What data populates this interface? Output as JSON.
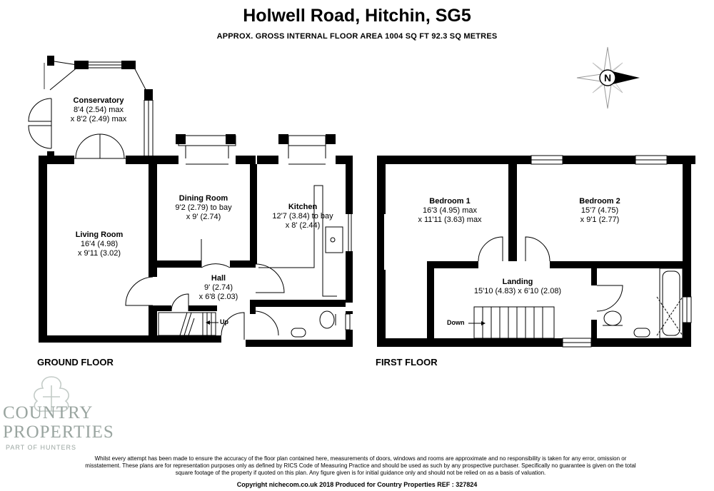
{
  "header": {
    "title": "Holwell Road, Hitchin, SG5",
    "subtitle": "APPROX. GROSS INTERNAL FLOOR AREA 1004 SQ FT 92.3 SQ METRES"
  },
  "compass": {
    "icon": "compass-icon",
    "letter": "N"
  },
  "ground_floor": {
    "label": "GROUND FLOOR",
    "rooms": {
      "conservatory": {
        "name": "Conservatory",
        "dim1": "8'4 (2.54) max",
        "dim2": "x 8'2 (2.49) max"
      },
      "dining": {
        "name": "Dining Room",
        "dim1": "9'2 (2.79) to bay",
        "dim2": "x 9' (2.74)"
      },
      "kitchen": {
        "name": "Kitchen",
        "dim1": "12'7 (3.84) to bay",
        "dim2": "x 8' (2.44)"
      },
      "living": {
        "name": "Living Room",
        "dim1": "16'4 (4.98)",
        "dim2": "x 9'11 (3.02)"
      },
      "hall": {
        "name": "Hall",
        "dim1": "9' (2.74)",
        "dim2": "x 6'8 (2.03)"
      }
    },
    "stairs_label": "Up"
  },
  "first_floor": {
    "label": "FIRST FLOOR",
    "rooms": {
      "bedroom1": {
        "name": "Bedroom 1",
        "dim1": "16'3 (4.95) max",
        "dim2": "x 11'11 (3.63) max"
      },
      "bedroom2": {
        "name": "Bedroom 2",
        "dim1": "15'7 (4.75)",
        "dim2": "x 9'1 (2.77)"
      },
      "landing": {
        "name": "Landing",
        "dim1": "15'10 (4.83) x 6'10 (2.08)"
      }
    },
    "stairs_label": "Down"
  },
  "logo": {
    "line1": "COUNTRY",
    "line2": "PROPERTIES",
    "line3": "PART OF HUNTERS"
  },
  "footer": {
    "disclaimer": "Whilst every attempt has been made to ensure the accuracy of the floor plan contained here, measurements of doors, windows and rooms are approximate and no responsibility is taken for any error, omission or misstatement. These plans are for representation purposes only as defined by RICS Code of Measuring Practice and should be used as such by any prospective purchaser. Specifically no guarantee is given on the total square footage of the property if quoted on this plan. Any figure given is for initial guidance only and should not be relied on as a basis of valuation.",
    "copyright": "Copyright nichecom.co.uk 2018     Produced for Country Properties    REF :  327824"
  }
}
